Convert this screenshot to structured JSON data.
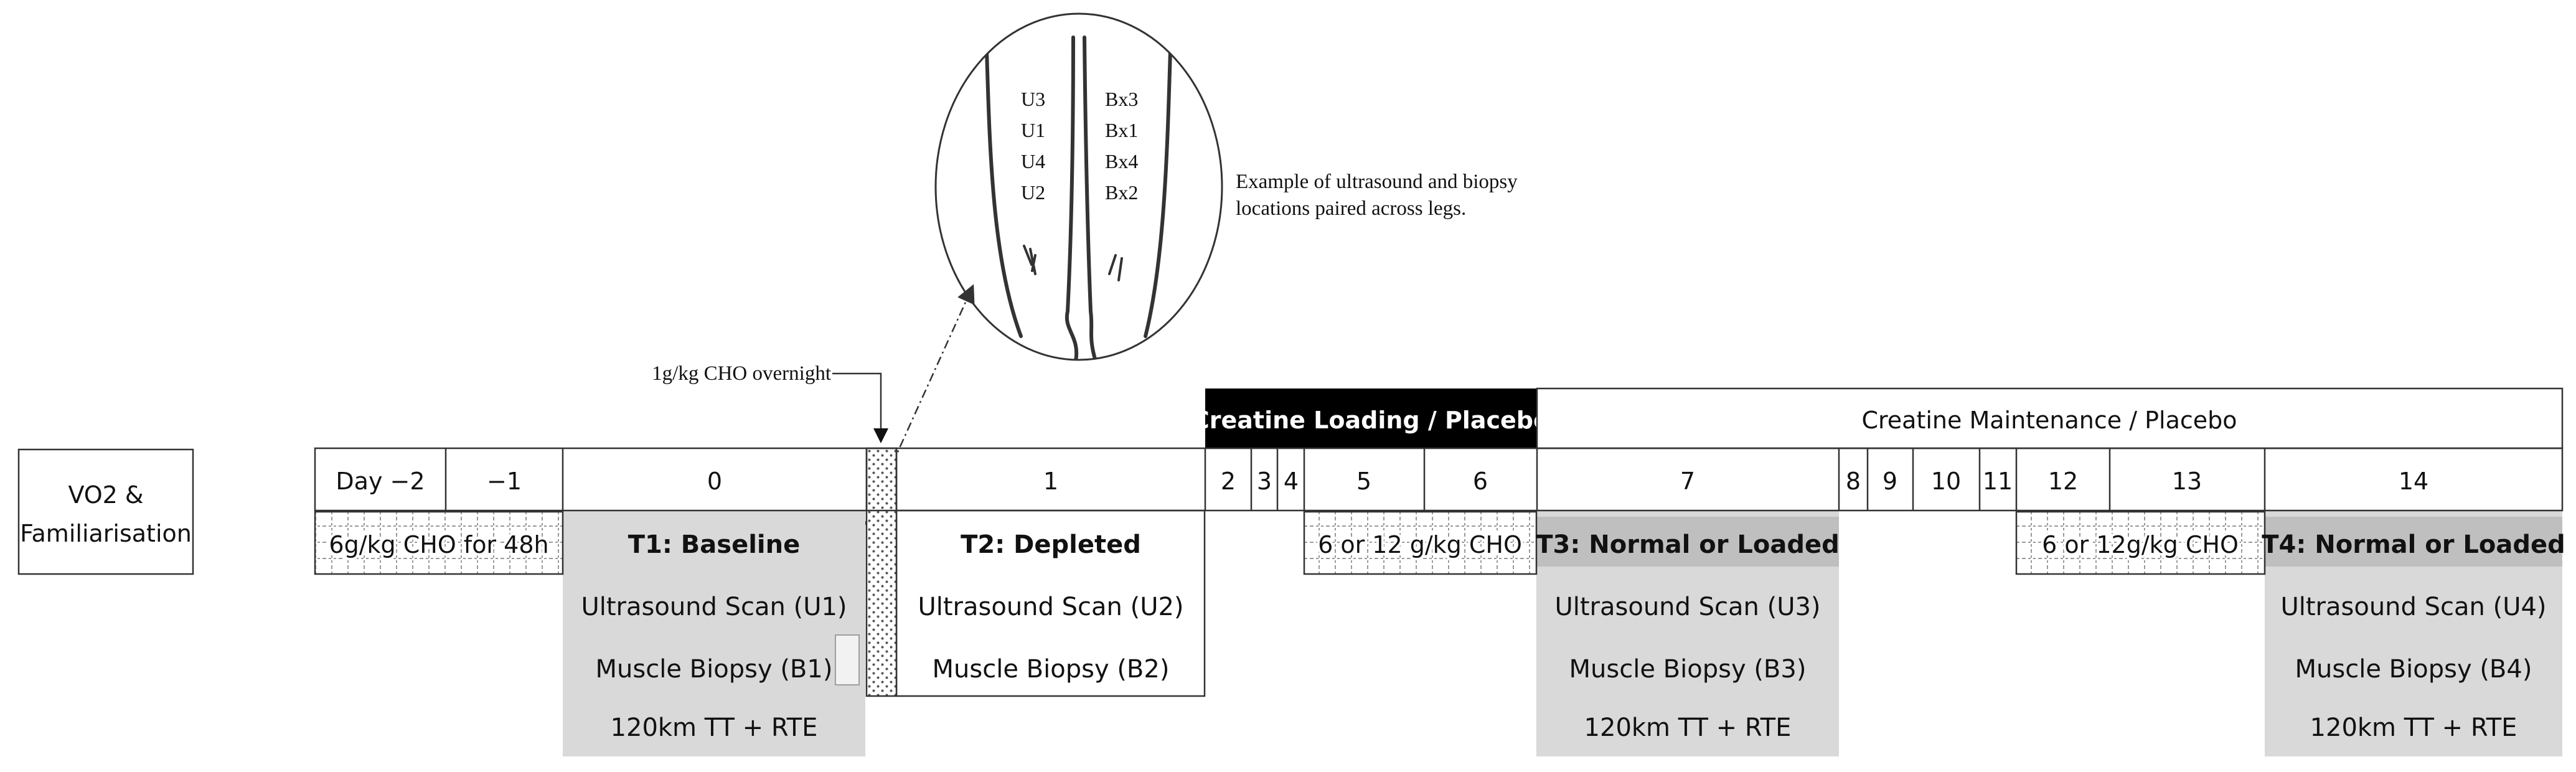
{
  "pre_study": {
    "line1": "VO2 &",
    "line2": "Familiarisation"
  },
  "annotations": {
    "overnight": "1g/kg CHO overnight",
    "locations_note_line1": "Example of ultrasound and biopsy",
    "locations_note_line2": "locations paired across legs."
  },
  "leg_labels": {
    "left": [
      "U3",
      "U1",
      "U4",
      "U2"
    ],
    "right": [
      "Bx3",
      "Bx1",
      "Bx4",
      "Bx2"
    ]
  },
  "phases": {
    "loading": "Creatine Loading / Placebo",
    "maintenance": "Creatine Maintenance / Placebo"
  },
  "days": [
    "Day −2",
    "−1",
    "0",
    "1",
    "2",
    "3",
    "4",
    "5",
    "6",
    "7",
    "8",
    "9",
    "10",
    "11",
    "12",
    "13",
    "14"
  ],
  "diet": {
    "pre": "6g/kg CHO for 48h",
    "loading": "6 or 12 g/kg CHO",
    "maintenance": "6 or 12g/kg CHO"
  },
  "trials": [
    {
      "title": "T1: Baseline",
      "scan": "Ultrasound Scan (U1)",
      "biopsy": "Muscle Biopsy (B1)",
      "exercise": "120km TT + RTE",
      "shaded": true
    },
    {
      "title": "T2: Depleted",
      "scan": "Ultrasound Scan (U2)",
      "biopsy": "Muscle Biopsy (B2)",
      "exercise": "",
      "shaded": false
    },
    {
      "title": "T3: Normal or Loaded",
      "scan": "Ultrasound Scan (U3)",
      "biopsy": "Muscle Biopsy (B3)",
      "exercise": "120km TT + RTE",
      "shaded": true
    },
    {
      "title": "T4: Normal or Loaded",
      "scan": "Ultrasound Scan (U4)",
      "biopsy": "Muscle Biopsy (B4)",
      "exercise": "120km TT + RTE",
      "shaded": true
    }
  ],
  "colors": {
    "line": "#333333",
    "trial_shade": "#d9d9d9",
    "title_shade": "#bfbfbf",
    "loading_bar": "#000000"
  }
}
